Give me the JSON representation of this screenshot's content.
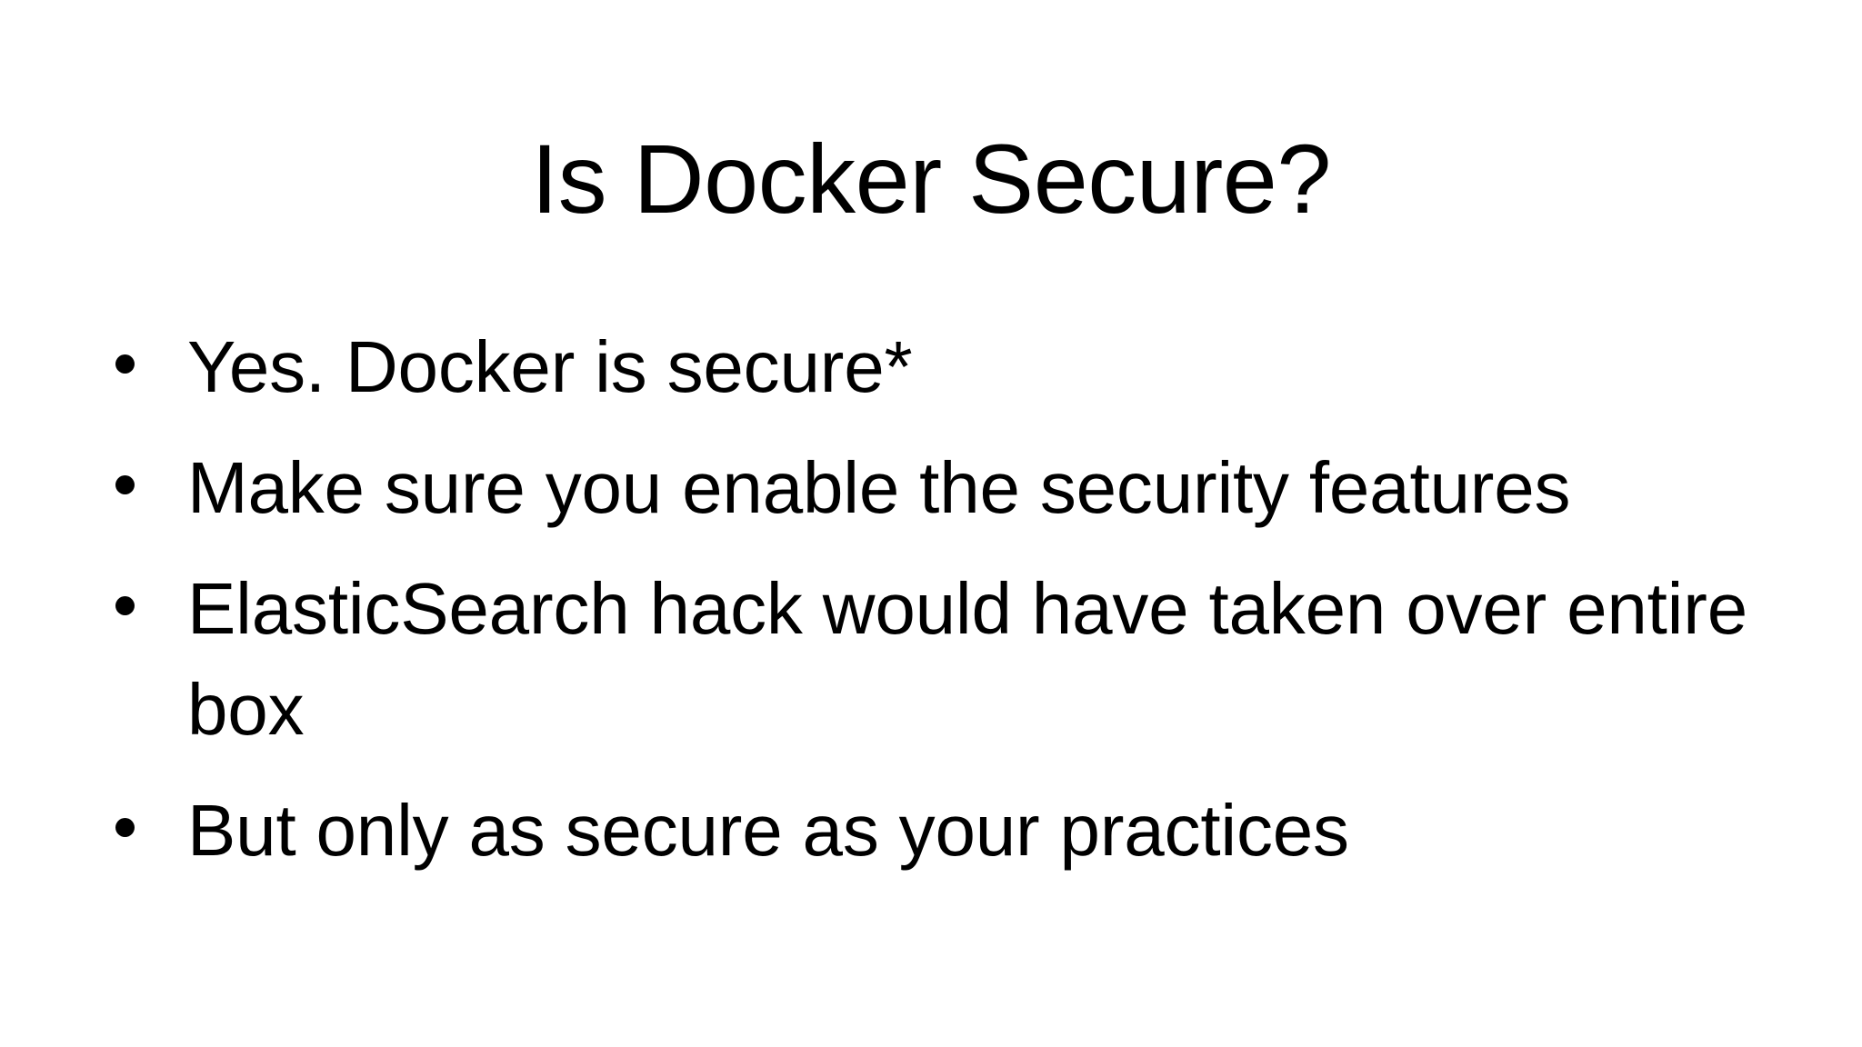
{
  "slide": {
    "title": "Is Docker Secure?",
    "background_color": "#FFFFFF",
    "text_color": "#000000",
    "bullet_glyph": "•",
    "bullets": [
      {
        "text": "Yes. Docker is secure*"
      },
      {
        "text": "Make sure you enable the security features"
      },
      {
        "text": "ElasticSearch hack would have taken over entire box"
      },
      {
        "text": "But only as secure as your practices"
      }
    ]
  }
}
